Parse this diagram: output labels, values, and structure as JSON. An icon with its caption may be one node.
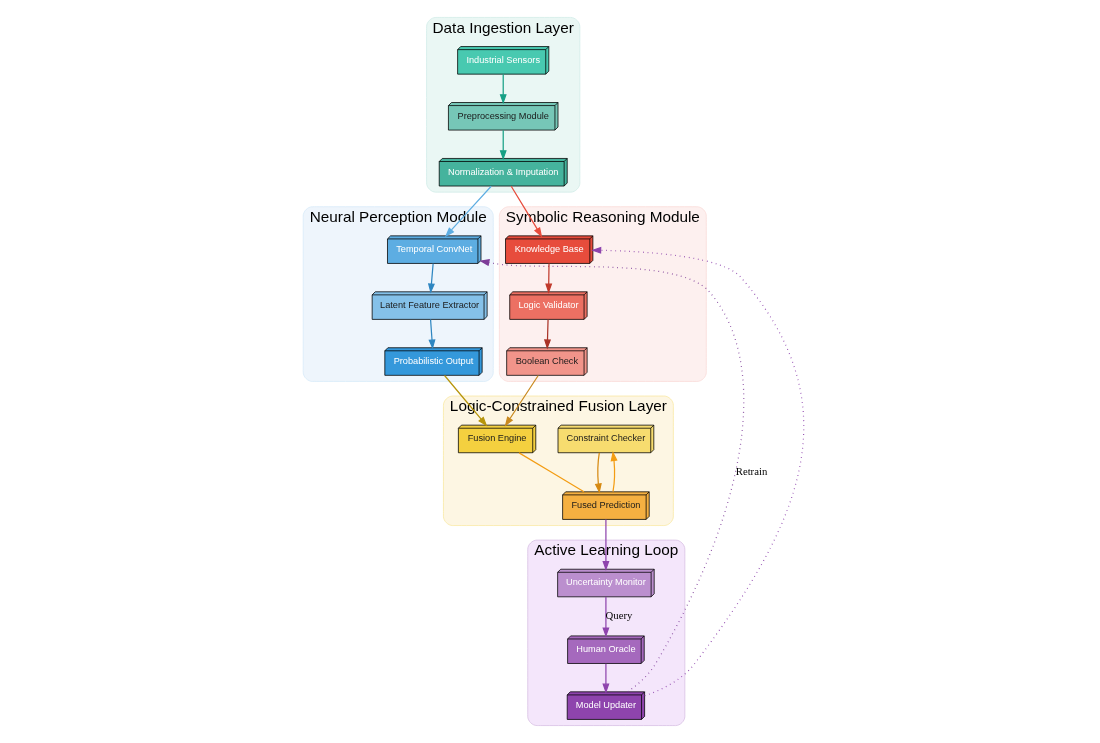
{
  "diagram": {
    "nodes": [
      {
        "text": [
          "Data Ingestion Layer"
        ]
      },
      {
        "text": [
          "Industrial Sensors"
        ],
        "in": 0
      },
      {
        "text": [
          "Preprocessing Module"
        ],
        "in": 0
      },
      {
        "text": [
          "Normalization & Imputation"
        ],
        "in": 0
      },
      {
        "text": [
          "Neural Perception Module"
        ]
      },
      {
        "text": [
          "Temporal ConvNet"
        ],
        "in": 4
      },
      {
        "text": [
          "Latent Feature Extractor"
        ],
        "in": 4
      },
      {
        "text": [
          "Probabilistic Output"
        ],
        "in": 4
      },
      {
        "text": [
          "Logic-Constrained Fusion Layer"
        ]
      },
      {
        "text": [
          "Constraint Checker"
        ],
        "in": 8
      },
      {
        "text": [
          "Fused Prediction"
        ],
        "in": 8
      },
      {
        "text": [
          "Fusion Engine"
        ],
        "in": 8
      },
      {
        "text": [
          "Active Learning Loop"
        ]
      },
      {
        "text": [
          "Model Updater"
        ],
        "in": 12
      },
      {
        "text": [
          "Uncertainty Monitor"
        ],
        "in": 12
      },
      {
        "text": [
          "Human Oracle"
        ],
        "in": 12
      },
      {
        "text": [
          "Symbolic Reasoning Module"
        ]
      },
      {
        "text": [
          "Knowledge Base"
        ],
        "in": 16
      },
      {
        "text": [
          "Logic Validator"
        ],
        "in": 16
      },
      {
        "text": [
          "Boolean Check"
        ],
        "in": 16
      }
    ],
    "edges": [
      {
        "from": 1,
        "to": 2,
        "arrow": "to",
        "color": "#16a085"
      },
      {
        "from": 2,
        "to": 3,
        "arrow": "to",
        "color": "#16a085"
      },
      {
        "from": 3,
        "to": 5,
        "arrow": "to",
        "color": "#5dade2"
      },
      {
        "from": 5,
        "to": 6,
        "arrow": "to",
        "color": "#2e86c1"
      },
      {
        "from": 6,
        "to": 7,
        "arrow": "to",
        "color": "#2e86c1"
      },
      {
        "from": 7,
        "to": 11,
        "arrow": "to",
        "color": "#b7950b"
      },
      {
        "from": 3,
        "to": 17,
        "arrow": "to",
        "color": "#e74c3c"
      },
      {
        "from": 17,
        "to": 18,
        "arrow": "to",
        "color": "#c0392b"
      },
      {
        "from": 18,
        "to": 19,
        "arrow": "to",
        "color": "#a93226"
      },
      {
        "from": 19,
        "to": 11,
        "arrow": "to",
        "color": "#ca8a1f"
      },
      {
        "from": 11,
        "to": 10,
        "arrow": "none",
        "color": "#f39c12"
      },
      {
        "from": 10,
        "to": 9,
        "arrow": "to",
        "color": "#f39c12"
      },
      {
        "from": 9,
        "to": 10,
        "arrow": "to",
        "color": "#d68910"
      },
      {
        "from": 10,
        "to": 14,
        "arrow": "to",
        "color": "#8e44ad"
      },
      {
        "from": 14,
        "to": 15,
        "arrow": "to",
        "label": "Query",
        "color": "#8e44ad"
      },
      {
        "from": 15,
        "to": 13,
        "arrow": "to",
        "color": "#8e44ad"
      },
      {
        "from": 13,
        "to": 5,
        "arrow": "to",
        "label": "Retrain",
        "style": "dashed",
        "color": "#7d3c98"
      },
      {
        "from": 13,
        "to": 17,
        "arrow": "to",
        "style": "dashed",
        "color": "#8e44ad"
      }
    ]
  }
}
